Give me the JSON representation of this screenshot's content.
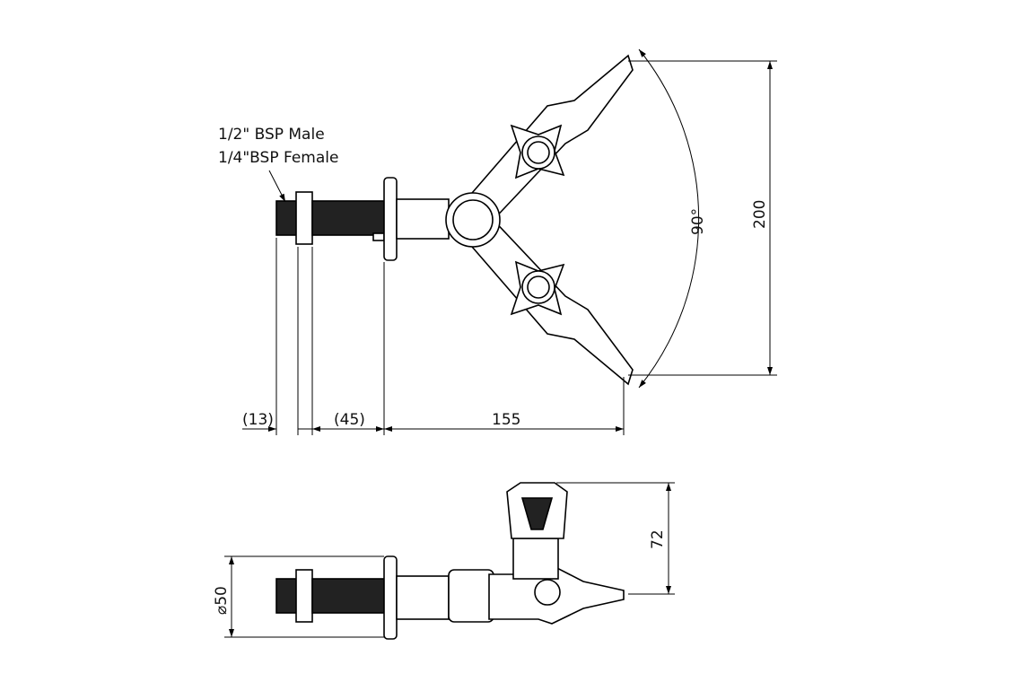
{
  "callout": {
    "line1": "1/2\" BSP Male",
    "line2": "1/4\"BSP Female"
  },
  "dimensions": {
    "thread_length": "(13)",
    "wall_depth": "(45)",
    "reach": "155",
    "angle": "90°",
    "span": "200",
    "height": "72",
    "flange_diameter": "⌀50"
  }
}
